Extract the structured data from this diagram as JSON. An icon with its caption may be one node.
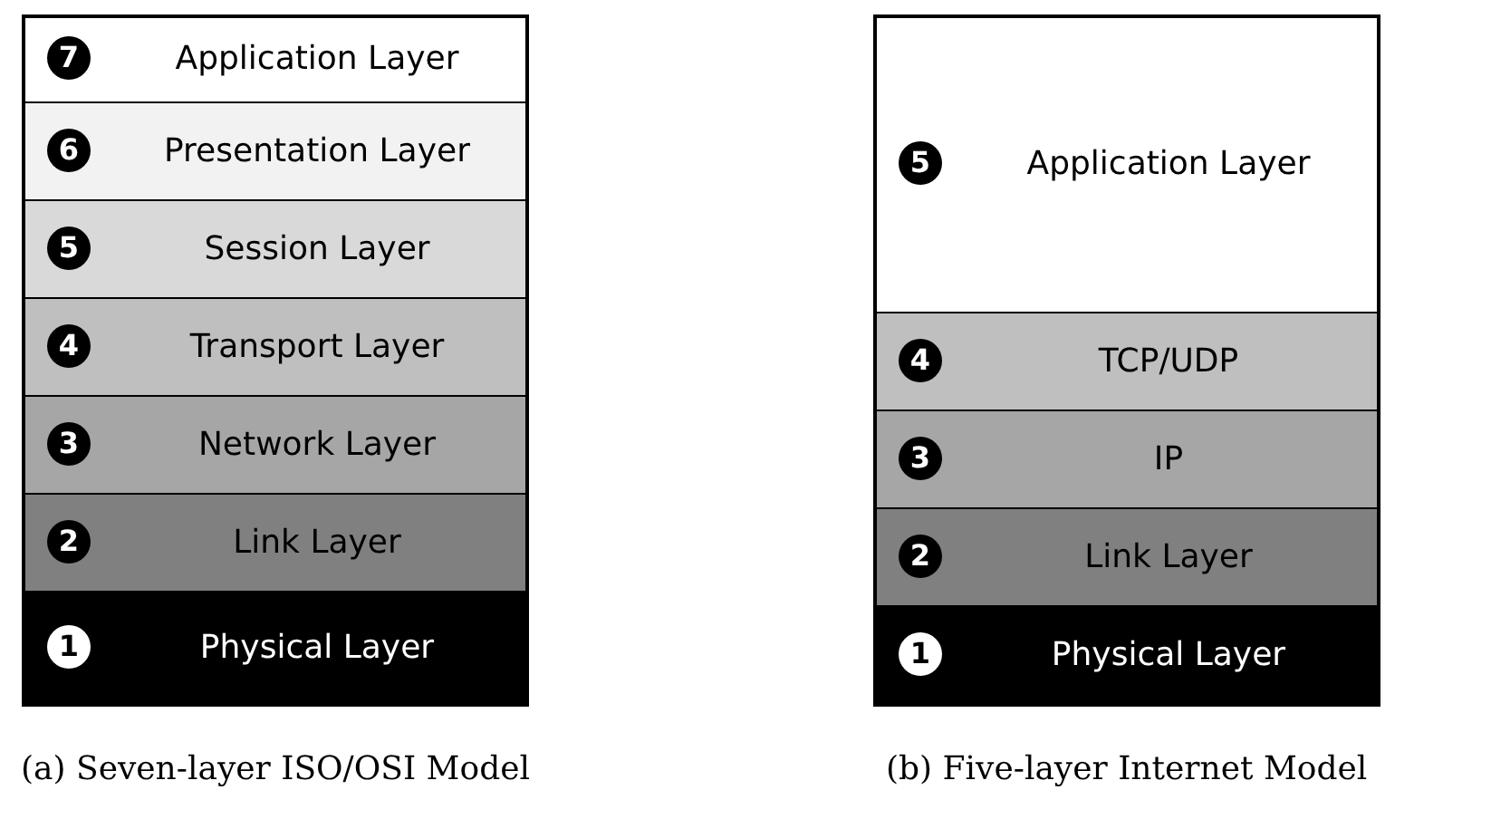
{
  "diagram": {
    "nodes": [
      {
        "text": [
          "(a) Seven-layer ISO/OSI Model"
        ]
      },
      {
        "text": [
          "7",
          "Application Layer"
        ],
        "in": 0
      },
      {
        "text": [
          "6",
          "Presentation Layer"
        ],
        "in": 0
      },
      {
        "text": [
          "5",
          "Session Layer"
        ],
        "in": 0
      },
      {
        "text": [
          "4",
          "Transport Layer"
        ],
        "in": 0
      },
      {
        "text": [
          "3",
          "Network Layer"
        ],
        "in": 0
      },
      {
        "text": [
          "2",
          "Link Layer"
        ],
        "in": 0
      },
      {
        "text": [
          "1",
          "Physical Layer"
        ],
        "in": 0
      },
      {
        "text": [
          "(b) Five-layer Internet Model"
        ]
      },
      {
        "text": [
          "5",
          "Application Layer"
        ],
        "in": 8
      },
      {
        "text": [
          "4",
          "TCP/UDP"
        ],
        "in": 8
      },
      {
        "text": [
          "3",
          "IP"
        ],
        "in": 8
      },
      {
        "text": [
          "2",
          "Link Layer"
        ],
        "in": 8
      },
      {
        "text": [
          "1",
          "Physical Layer"
        ],
        "in": 8
      }
    ]
  }
}
